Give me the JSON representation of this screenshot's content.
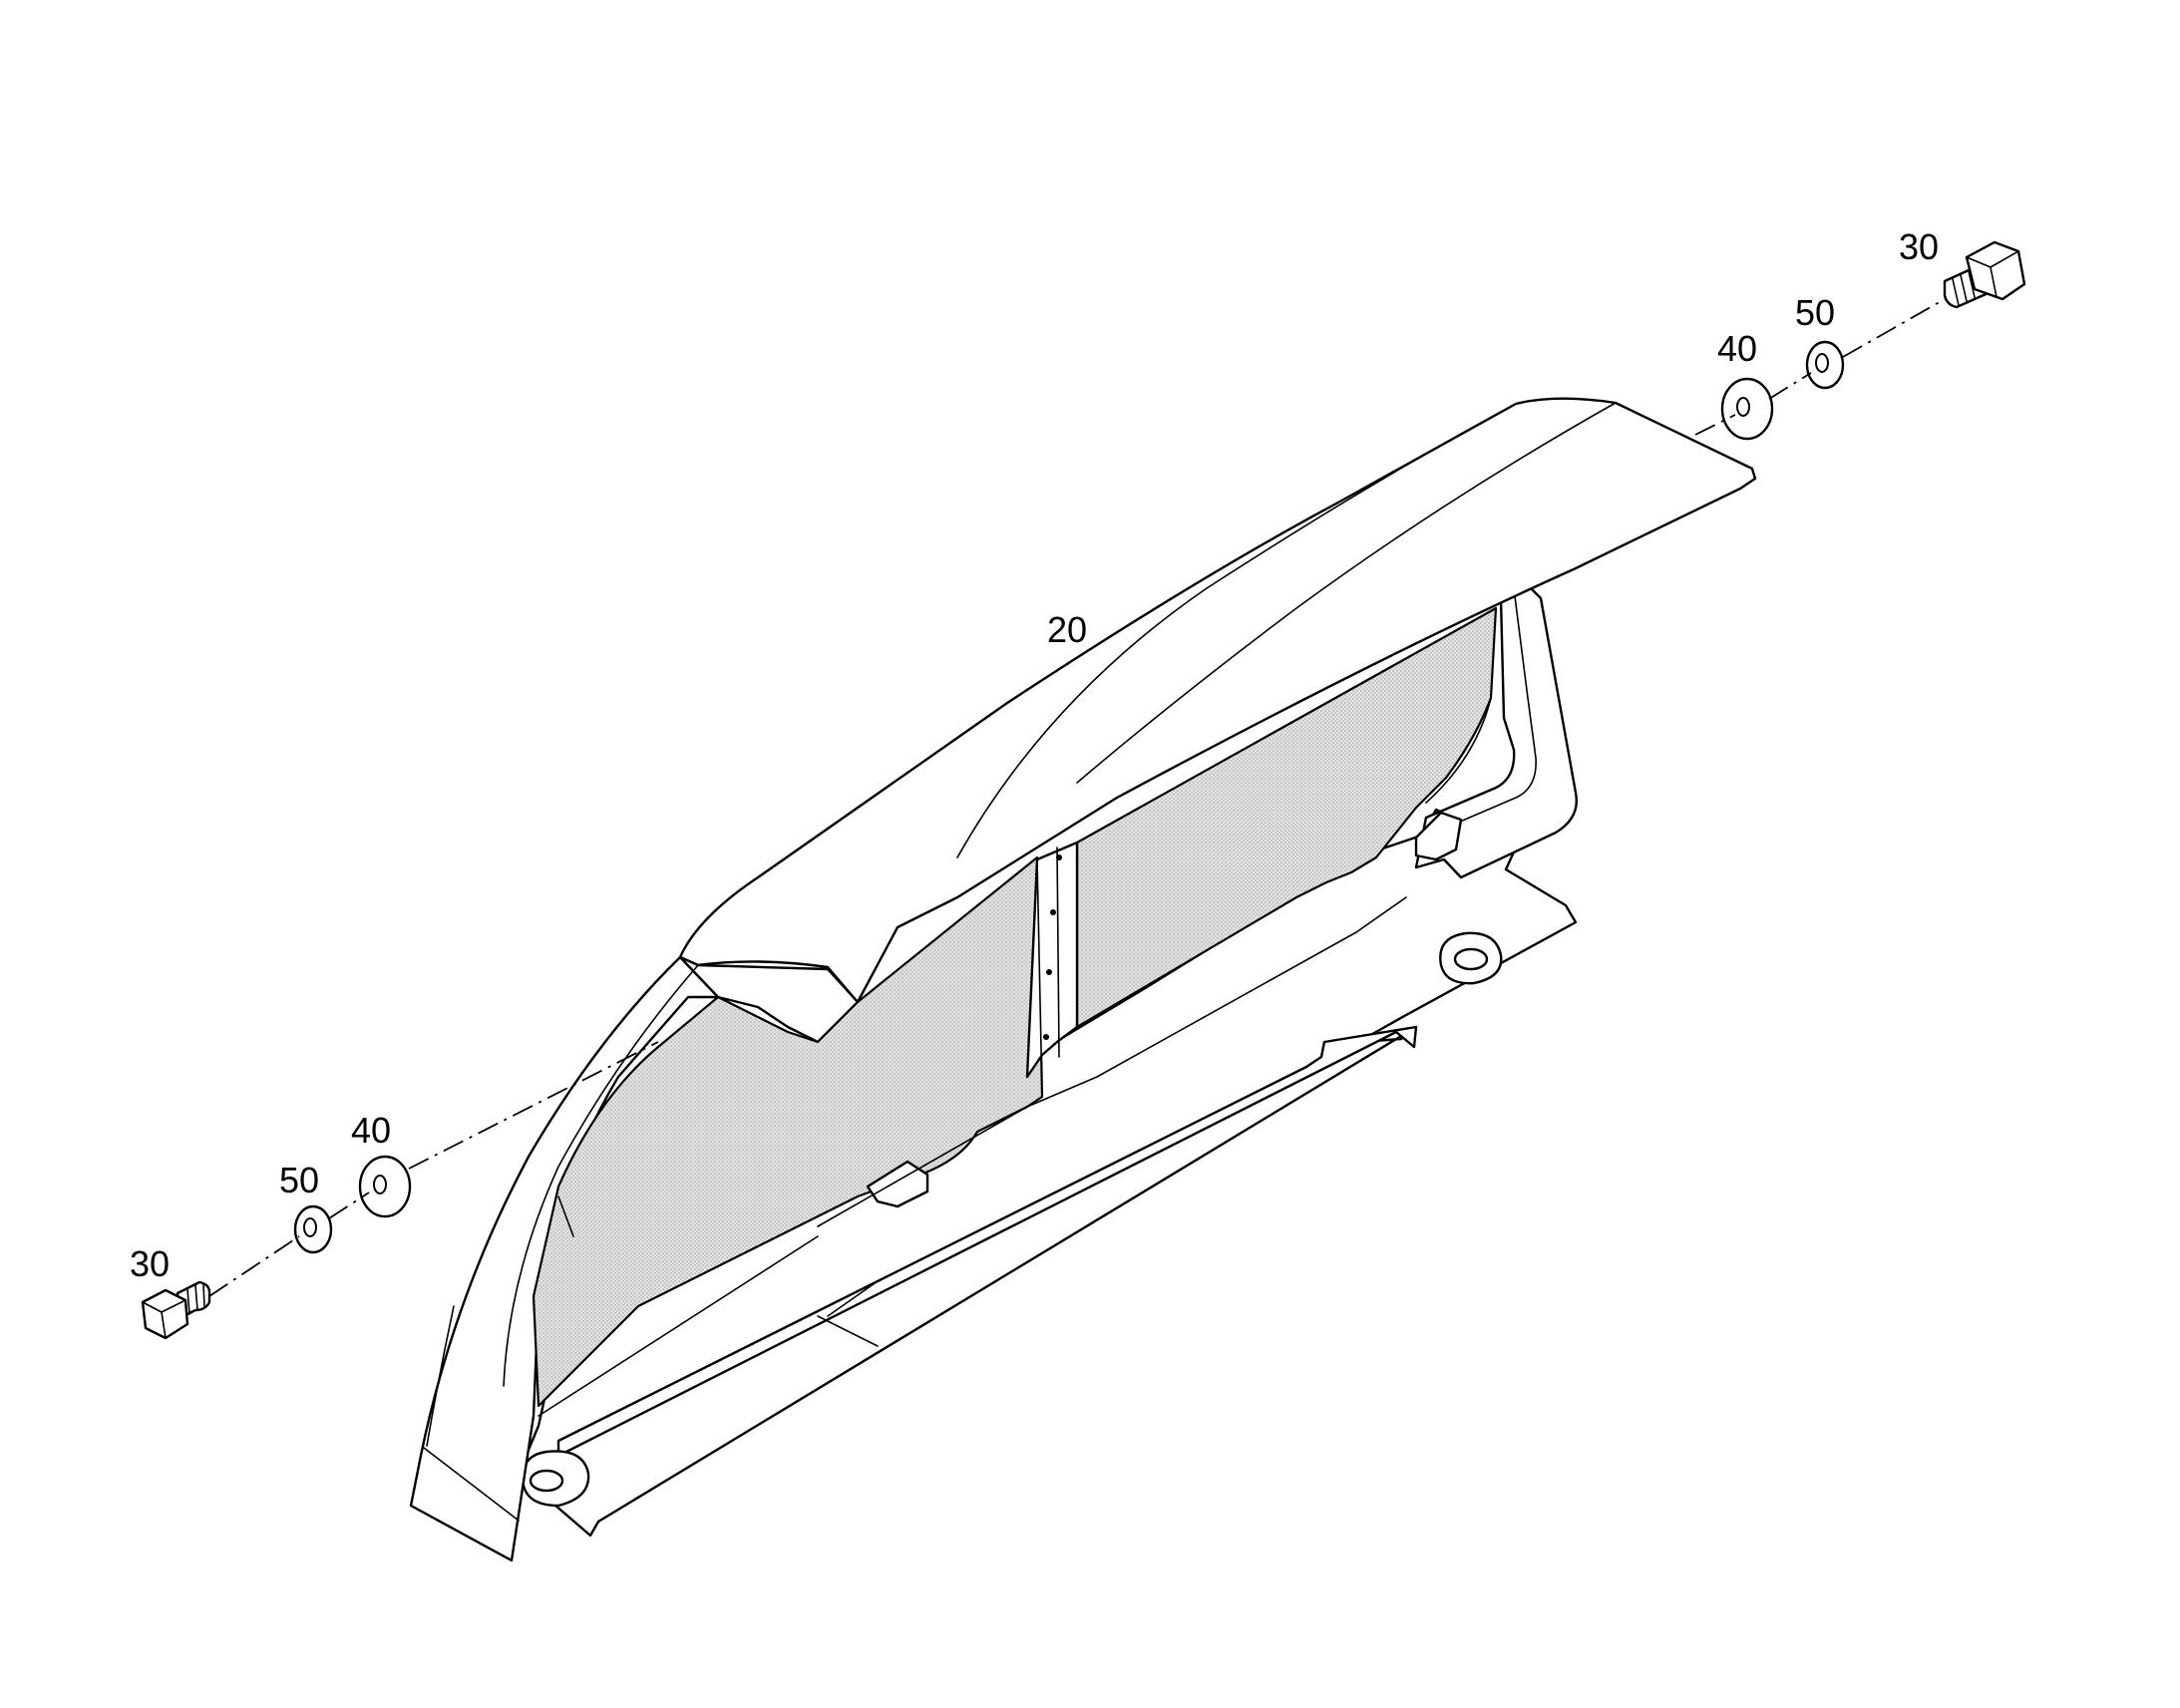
{
  "diagram": {
    "part_labels": {
      "cover": "20",
      "bolt_right": "30",
      "washer_large_right": "40",
      "washer_small_right": "50",
      "bolt_left": "30",
      "washer_small_left": "50",
      "washer_large_left": "40"
    },
    "colors": {
      "line": "#000000",
      "background": "#ffffff",
      "mesh": "#d9d9d9"
    }
  }
}
